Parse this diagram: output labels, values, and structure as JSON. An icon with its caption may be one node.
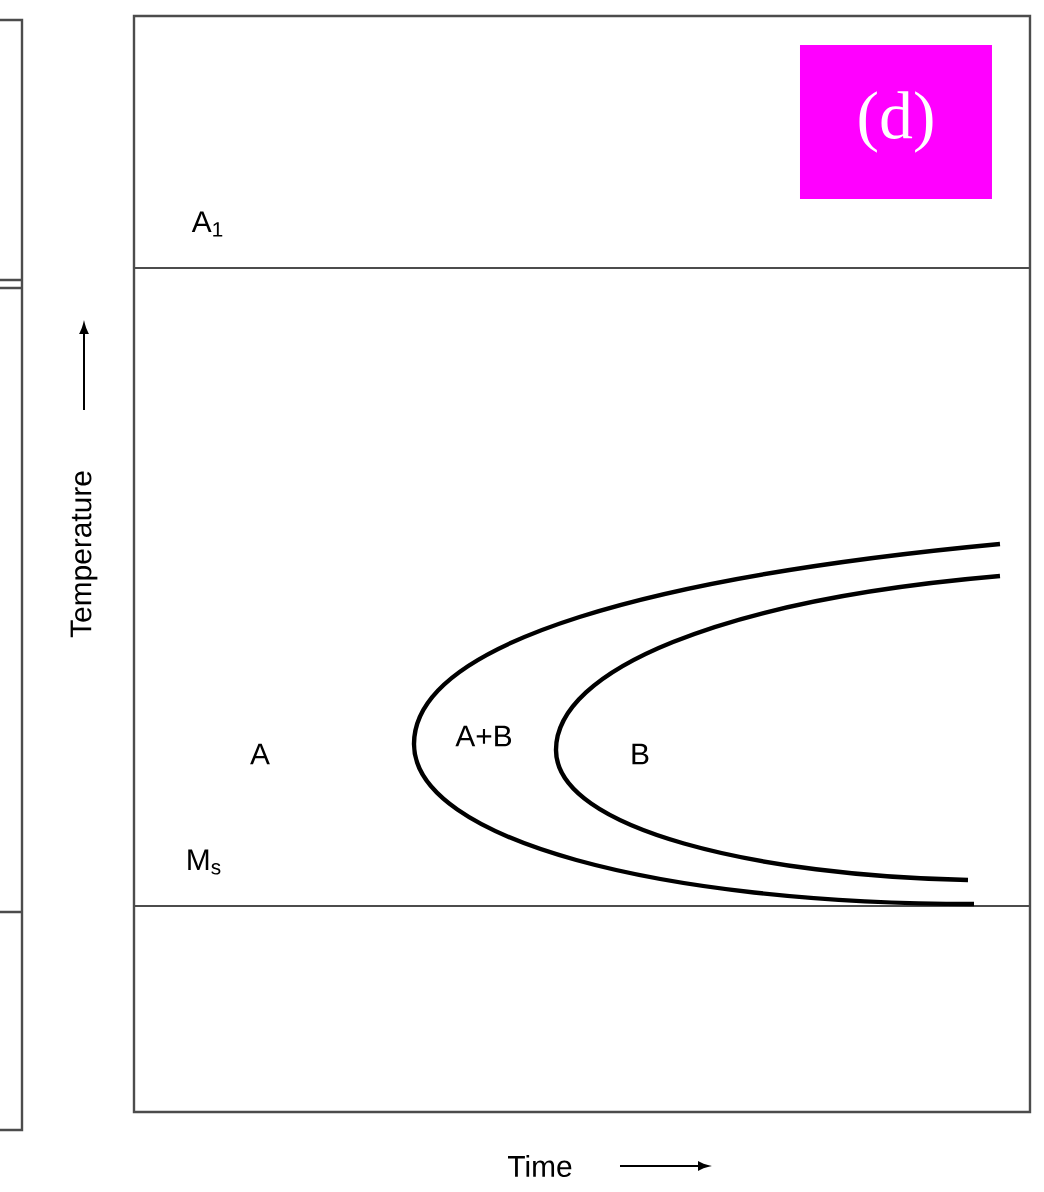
{
  "diagram": {
    "nodes": [
      {
        "text": [
          "(d)"
        ]
      }
    ],
    "edges": [],
    "labels": [
      "A$_{1}$",
      "Temperature",
      "A+B",
      "A",
      "B",
      "M$_{s}$",
      "Time"
    ]
  }
}
